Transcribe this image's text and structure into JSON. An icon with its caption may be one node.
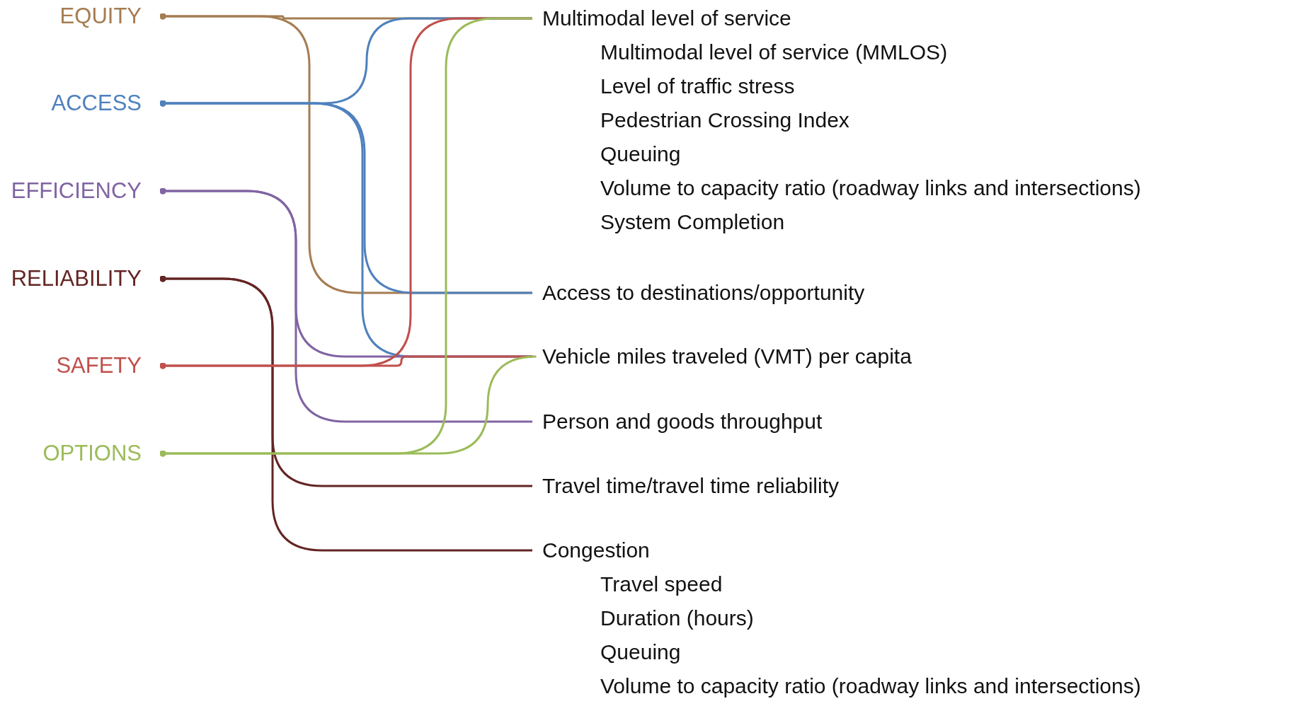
{
  "diagram": {
    "nodes": [
      {
        "text": [
          "EQUITY"
        ]
      },
      {
        "text": [
          "ACCESS"
        ]
      },
      {
        "text": [
          "EFFICIENCY"
        ]
      },
      {
        "text": [
          "RELIABILITY"
        ]
      },
      {
        "text": [
          "SAFETY"
        ]
      },
      {
        "text": [
          "OPTIONS"
        ]
      },
      {
        "text": [
          "Multimodal level of service",
          "Multimodal level of service (MMLOS)",
          "Level of traffic stress",
          "Pedestrian Crossing Index",
          "Queuing",
          "Volume to capacity ratio (roadway links and intersections)",
          "System Completion"
        ]
      },
      {
        "text": [
          "Access to destinations/opportunity"
        ]
      },
      {
        "text": [
          "Vehicle miles traveled (VMT) per capita"
        ]
      },
      {
        "text": [
          "Person and goods throughput"
        ]
      },
      {
        "text": [
          "Travel time/travel time reliability"
        ]
      },
      {
        "text": [
          "Congestion",
          "Travel speed",
          "Duration (hours)",
          "Queuing",
          "Volume to capacity ratio (roadway links and intersections)"
        ]
      }
    ],
    "edges": [
      {
        "from": 0,
        "to": 6,
        "arrow": "other",
        "color": "#a57c52"
      },
      {
        "from": 0,
        "to": 7,
        "arrow": "other",
        "color": "#a57c52"
      },
      {
        "from": 1,
        "to": 6,
        "arrow": "other",
        "color": "#4f81bd"
      },
      {
        "from": 1,
        "to": 7,
        "arrow": "other",
        "color": "#4f81bd"
      },
      {
        "from": 1,
        "to": 8,
        "arrow": "other",
        "color": "#4f81bd"
      },
      {
        "from": 2,
        "to": 8,
        "arrow": "other",
        "color": "#8064a2"
      },
      {
        "from": 2,
        "to": 9,
        "arrow": "other",
        "color": "#8064a2"
      },
      {
        "from": 3,
        "to": 10,
        "arrow": "other",
        "color": "#632523"
      },
      {
        "from": 3,
        "to": 11,
        "arrow": "other",
        "color": "#632523"
      },
      {
        "from": 4,
        "to": 6,
        "arrow": "other",
        "color": "#c0504d"
      },
      {
        "from": 4,
        "to": 8,
        "arrow": "other",
        "color": "#c0504d"
      },
      {
        "from": 5,
        "to": 6,
        "arrow": "other",
        "color": "#9bbb59"
      },
      {
        "from": 5,
        "to": 8,
        "arrow": "other",
        "color": "#9bbb59"
      }
    ]
  }
}
